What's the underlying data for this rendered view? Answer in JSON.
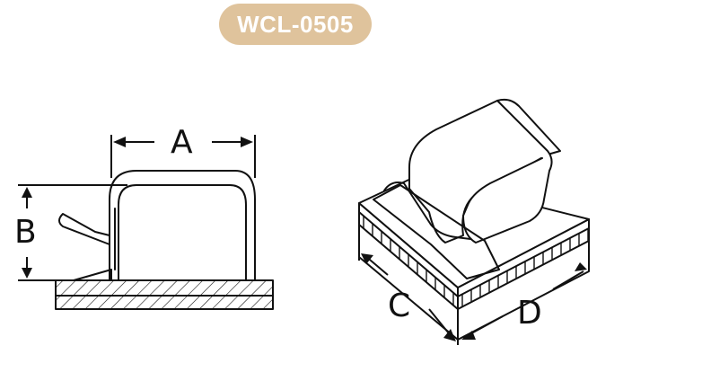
{
  "title": "WCL-0505",
  "colors": {
    "title_bg": "#dfc39c",
    "title_text": "#ffffff",
    "line": "#111111"
  },
  "labels": {
    "a": "A",
    "b": "B",
    "c": "C",
    "d": "D"
  }
}
